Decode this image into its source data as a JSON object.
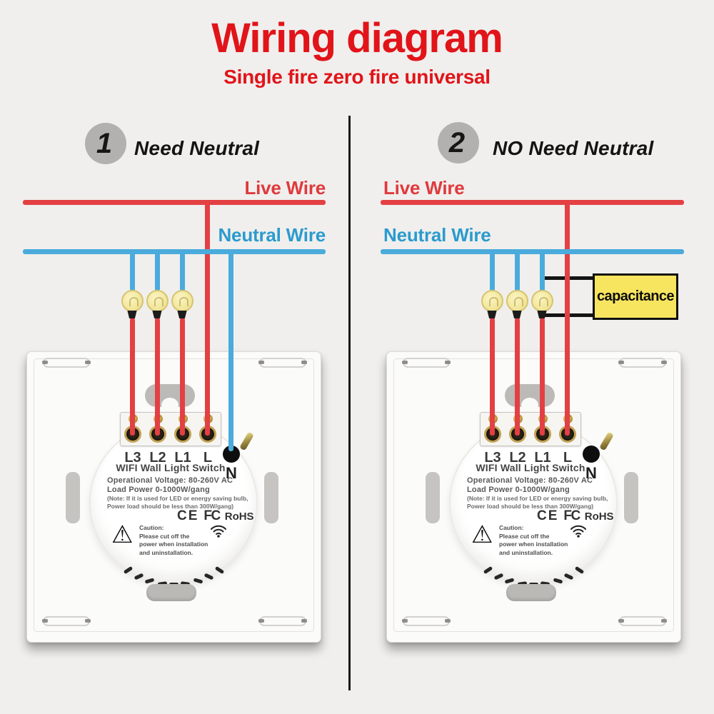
{
  "header": {
    "title": "Wiring diagram",
    "subtitle": "Single fire zero fire universal"
  },
  "panels": [
    {
      "number": "1",
      "heading": "Need Neutral",
      "live_label": "Live Wire",
      "neutral_label": "Neutral Wire"
    },
    {
      "number": "2",
      "heading": "NO Need Neutral",
      "live_label": "Live Wire",
      "neutral_label": "Neutral Wire",
      "capacitance_label": "capacitance"
    }
  ],
  "device": {
    "terminal_labels": [
      "L3",
      "L2",
      "L1",
      "L"
    ],
    "neutral_terminal_label": "N",
    "product_name": "WIFI Wall Light Switch",
    "spec_lines": [
      "Operational Voltage: 80-260V AC",
      "Load Power 0-1000W/gang"
    ],
    "note_lines": [
      "(Note: If it is used for LED or energy saving bulb,",
      "Power load should be less than 300W/gang)"
    ],
    "certifications": [
      "CE",
      "FC",
      "RoHS"
    ],
    "warning_icon": "⚠",
    "caution_lines": [
      "Caution:",
      "Please cut off the",
      "power when installation",
      "and uninstallation."
    ]
  },
  "colors": {
    "title_red": "#e11419",
    "live_wire": "#e34043",
    "neutral_wire": "#4aabdc",
    "connector_black": "#141414",
    "capacitance_bg": "#f8e55f",
    "badge_gray": "#b2b1af"
  }
}
